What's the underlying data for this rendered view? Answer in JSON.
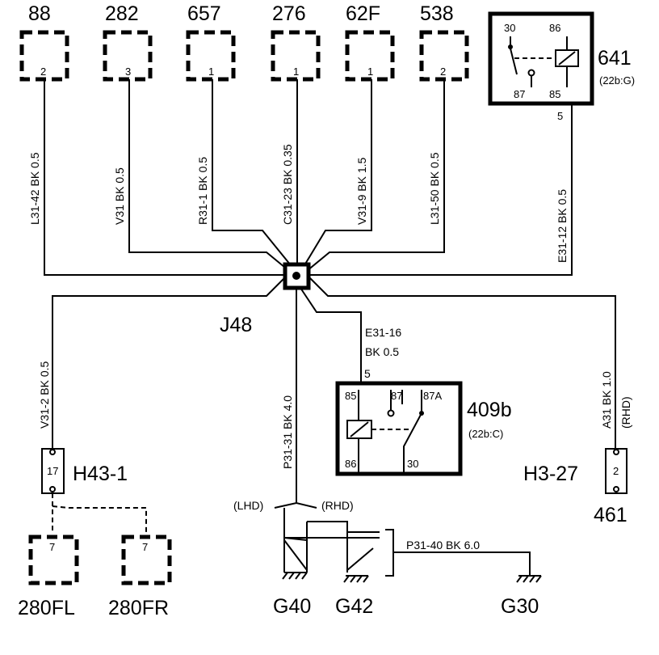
{
  "top_components": [
    {
      "number": "88",
      "pin": "2",
      "wire": "L31-42 BK 0.5"
    },
    {
      "number": "282",
      "pin": "3",
      "wire": "V31 BK 0.5"
    },
    {
      "number": "657",
      "pin": "1",
      "wire": "R31-1 BK 0.5"
    },
    {
      "number": "276",
      "pin": "1",
      "wire": "C31-23 BK 0.35"
    },
    {
      "number": "62F",
      "pin": "1",
      "wire": "V31-9 BK 1.5"
    },
    {
      "number": "538",
      "pin": "2",
      "wire": "L31-50 BK 0.5"
    }
  ],
  "relay_641": {
    "number": "641",
    "ref": "(22b:G)",
    "pins": {
      "p30": "30",
      "p86": "86",
      "p87": "87",
      "p85": "85"
    },
    "out_pin": "5",
    "wire": "E31-12 BK 0.5"
  },
  "splice": {
    "label": "J48"
  },
  "relay_409b": {
    "number": "409b",
    "ref": "(22b:C)",
    "pins": {
      "p85": "85",
      "p87": "87",
      "p87a": "87A",
      "p86": "86",
      "p30": "30"
    },
    "in_pin": "5",
    "wire_id": "E31-16",
    "wire_spec": "BK 0.5"
  },
  "connector_h43": {
    "label": "H43-1",
    "pin": "17",
    "wire": "V31-2 BK 0.5"
  },
  "connector_h3": {
    "label": "H3-27",
    "pin": "2",
    "number": "461",
    "wire": "A31 BK 1.0",
    "note": "(RHD)"
  },
  "bottom_components": [
    {
      "number": "280FL",
      "pin": "7"
    },
    {
      "number": "280FR",
      "pin": "7"
    }
  ],
  "ground_wire": "P31-31 BK 4.0",
  "ground_options": {
    "lhd": "(LHD)",
    "rhd": "(RHD)"
  },
  "grounds": {
    "g40": "G40",
    "g42": "G42",
    "g30": "G30"
  },
  "g30_wire": "P31-40 BK 6.0"
}
